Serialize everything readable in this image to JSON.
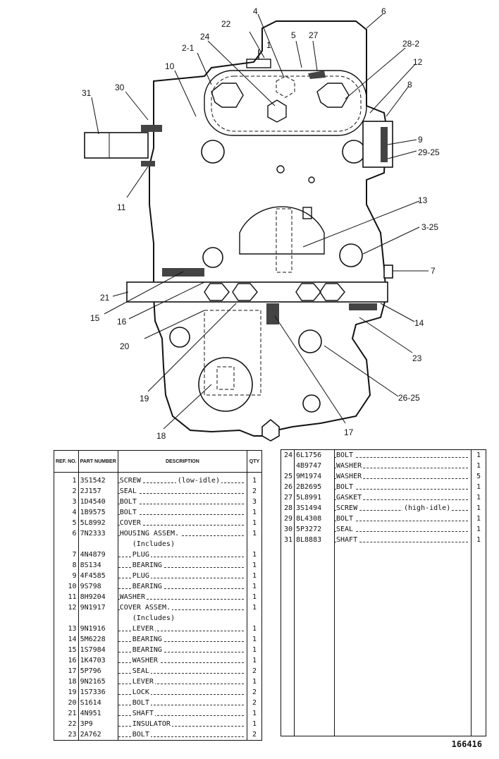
{
  "callouts": [
    "1",
    "2-1",
    "3-25",
    "4",
    "5",
    "6",
    "7",
    "8",
    "9",
    "10",
    "11",
    "12",
    "13",
    "14",
    "15",
    "16",
    "17",
    "18",
    "19",
    "20",
    "21",
    "22",
    "23",
    "24",
    "26-25",
    "27",
    "28-2",
    "29-25",
    "30",
    "31"
  ],
  "table_left": {
    "headers": {
      "ref": "REF. NO.",
      "part": "PART NUMBER",
      "desc": "DESCRIPTION",
      "qty": "QTY"
    },
    "rows": [
      {
        "ref": "1",
        "part": "3S1542",
        "desc": "SCREW",
        "note": "(low-idle)",
        "qty": "1"
      },
      {
        "ref": "2",
        "part": "2J157",
        "desc": "SEAL",
        "qty": "2"
      },
      {
        "ref": "3",
        "part": "1D4540",
        "desc": "BOLT",
        "qty": "3"
      },
      {
        "ref": "4",
        "part": "1B9575",
        "desc": "BOLT",
        "qty": "1"
      },
      {
        "ref": "5",
        "part": "5L8992",
        "desc": "COVER",
        "qty": "1"
      },
      {
        "ref": "6",
        "part": "7N2333",
        "desc": "HOUSING ASSEM.",
        "qty": "1"
      },
      {
        "ref": "",
        "part": "",
        "desc": "(Includes)",
        "qty": "",
        "indent": true,
        "noleader": true
      },
      {
        "ref": "7",
        "part": "4N4879",
        "desc": "PLUG",
        "qty": "1",
        "indent": true
      },
      {
        "ref": "8",
        "part": "8S134",
        "desc": "BEARING",
        "qty": "1",
        "indent": true
      },
      {
        "ref": "9",
        "part": "4F4585",
        "desc": "PLUG",
        "qty": "1",
        "indent": true
      },
      {
        "ref": "10",
        "part": "9S798",
        "desc": "BEARING",
        "qty": "1",
        "indent": true
      },
      {
        "ref": "11",
        "part": "8H9204",
        "desc": "WASHER",
        "qty": "1"
      },
      {
        "ref": "12",
        "part": "9N1917",
        "desc": "COVER ASSEM.",
        "qty": "1"
      },
      {
        "ref": "",
        "part": "",
        "desc": "(Includes)",
        "qty": "",
        "indent": true,
        "noleader": true
      },
      {
        "ref": "13",
        "part": "9N1916",
        "desc": "LEVER",
        "qty": "1",
        "indent": true
      },
      {
        "ref": "14",
        "part": "5M6228",
        "desc": "BEARING",
        "qty": "1",
        "indent": true
      },
      {
        "ref": "15",
        "part": "1S7984",
        "desc": "BEARING",
        "qty": "1",
        "indent": true
      },
      {
        "ref": "16",
        "part": "1K4703",
        "desc": "WASHER",
        "qty": "1",
        "indent": true
      },
      {
        "ref": "17",
        "part": "5P796",
        "desc": "SEAL",
        "qty": "2",
        "indent": true
      },
      {
        "ref": "18",
        "part": "9N2165",
        "desc": "LEVER",
        "qty": "1",
        "indent": true
      },
      {
        "ref": "19",
        "part": "1S7336",
        "desc": "LOCK",
        "qty": "2",
        "indent": true
      },
      {
        "ref": "20",
        "part": "S1614",
        "desc": "BOLT",
        "qty": "2",
        "indent": true
      },
      {
        "ref": "21",
        "part": "4N951",
        "desc": "SHAFT",
        "qty": "1",
        "indent": true
      },
      {
        "ref": "22",
        "part": "3P9",
        "desc": "INSULATOR",
        "qty": "1",
        "indent": true
      },
      {
        "ref": "23",
        "part": "2A762",
        "desc": "BOLT",
        "qty": "2",
        "indent": true
      }
    ]
  },
  "table_right": {
    "rows": [
      {
        "ref": "24",
        "part": "6L1756",
        "desc": "BOLT",
        "qty": "1"
      },
      {
        "ref": "",
        "part": "4B9747",
        "desc": "WASHER",
        "qty": "1"
      },
      {
        "ref": "25",
        "part": "9M1974",
        "desc": "WASHER",
        "qty": "5"
      },
      {
        "ref": "26",
        "part": "2B2695",
        "desc": "BOLT",
        "qty": "1"
      },
      {
        "ref": "27",
        "part": "5L8991",
        "desc": "GASKET",
        "qty": "1"
      },
      {
        "ref": "28",
        "part": "3S1494",
        "desc": "SCREW",
        "note": "(high-idle)",
        "qty": "1"
      },
      {
        "ref": "29",
        "part": "8L4308",
        "desc": "BOLT",
        "qty": "1"
      },
      {
        "ref": "30",
        "part": "5P3272",
        "desc": "SEAL",
        "qty": "1"
      },
      {
        "ref": "31",
        "part": "8L8883",
        "desc": "SHAFT",
        "qty": "1"
      }
    ]
  },
  "page_number": "166416"
}
